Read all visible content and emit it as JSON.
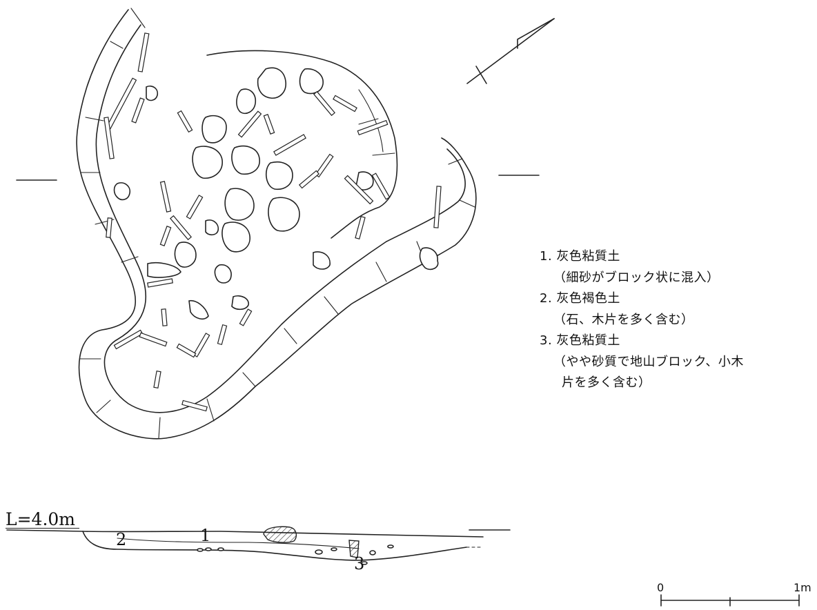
{
  "legend": {
    "item1_title": "1. 灰色粘質土",
    "item1_note": "（細砂がブロック状に混入）",
    "item2_title": "2. 灰色褐色土",
    "item2_note": "（石、木片を多く含む）",
    "item3_title": "3. 灰色粘質土",
    "item3_note_line1": "（やや砂質で地山ブロック、小木",
    "item3_note_line2": "片を多く含む）"
  },
  "section": {
    "level_label": "L=4.0m",
    "layer_1": "1",
    "layer_2": "2",
    "layer_3": "3"
  },
  "scale_bar": {
    "start_label": "0",
    "end_label": "1m"
  }
}
